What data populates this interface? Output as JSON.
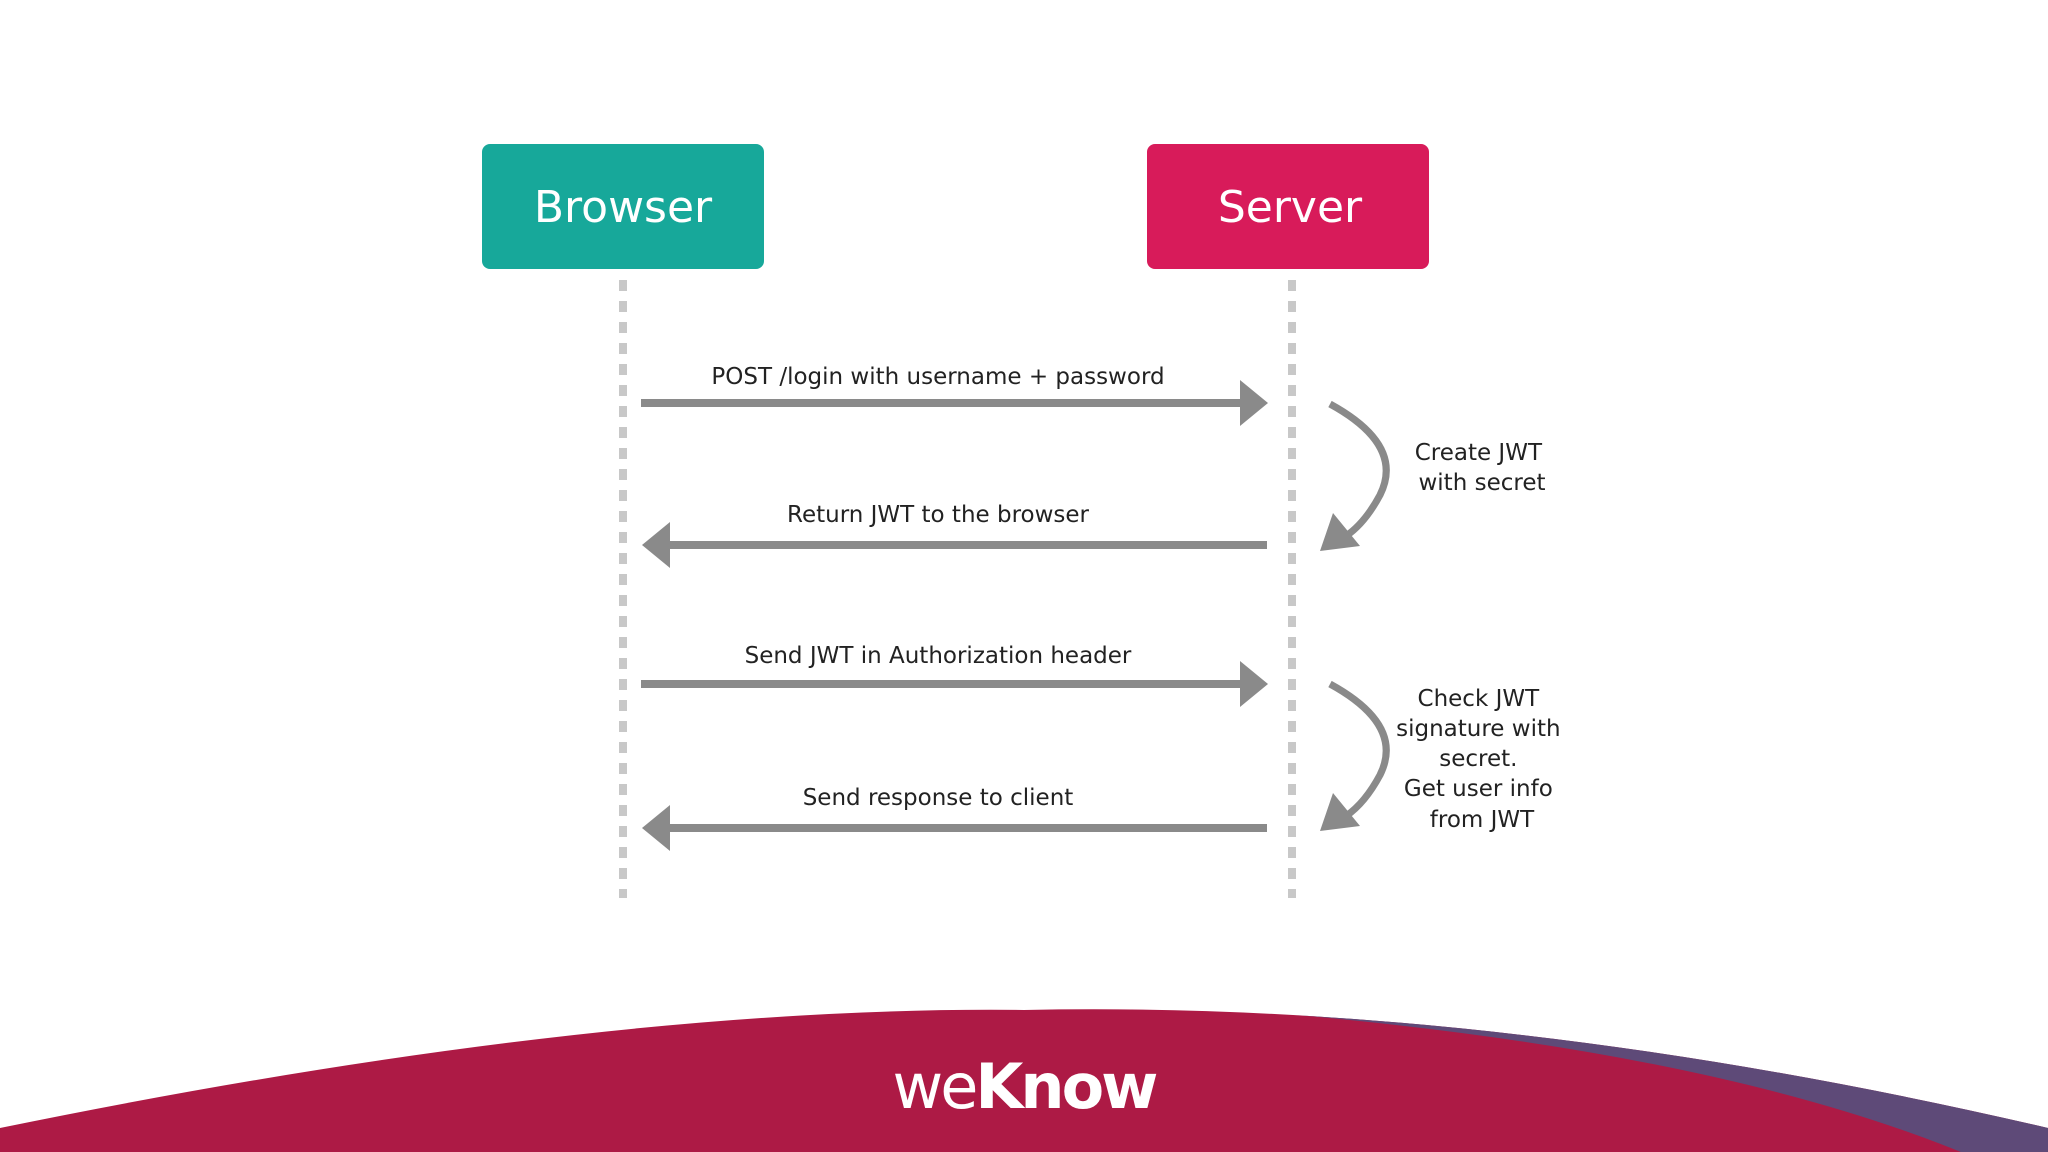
{
  "participants": {
    "browser": {
      "label": "Browser",
      "color": "#17a89a"
    },
    "server": {
      "label": "Server",
      "color": "#d81b5a"
    }
  },
  "messages": [
    {
      "label": "POST /login with username + password",
      "direction": "browser-to-server"
    },
    {
      "label": "Return JWT to the browser",
      "direction": "server-to-browser"
    },
    {
      "label": "Send JWT in Authorization header",
      "direction": "browser-to-server"
    },
    {
      "label": "Send response to client",
      "direction": "server-to-browser"
    }
  ],
  "notes": [
    {
      "lines": [
        "Create JWT",
        "with secret"
      ]
    },
    {
      "lines": [
        "Check JWT",
        "signature with",
        "secret.",
        "Get user info",
        "from JWT"
      ]
    }
  ],
  "footer": {
    "logo_we": "we",
    "logo_know": "Know",
    "band_color": "#ad1a45",
    "accent_color": "#5e4a78"
  },
  "colors": {
    "arrow": "#8a8a8a",
    "lifeline": "#c8c8c8"
  }
}
